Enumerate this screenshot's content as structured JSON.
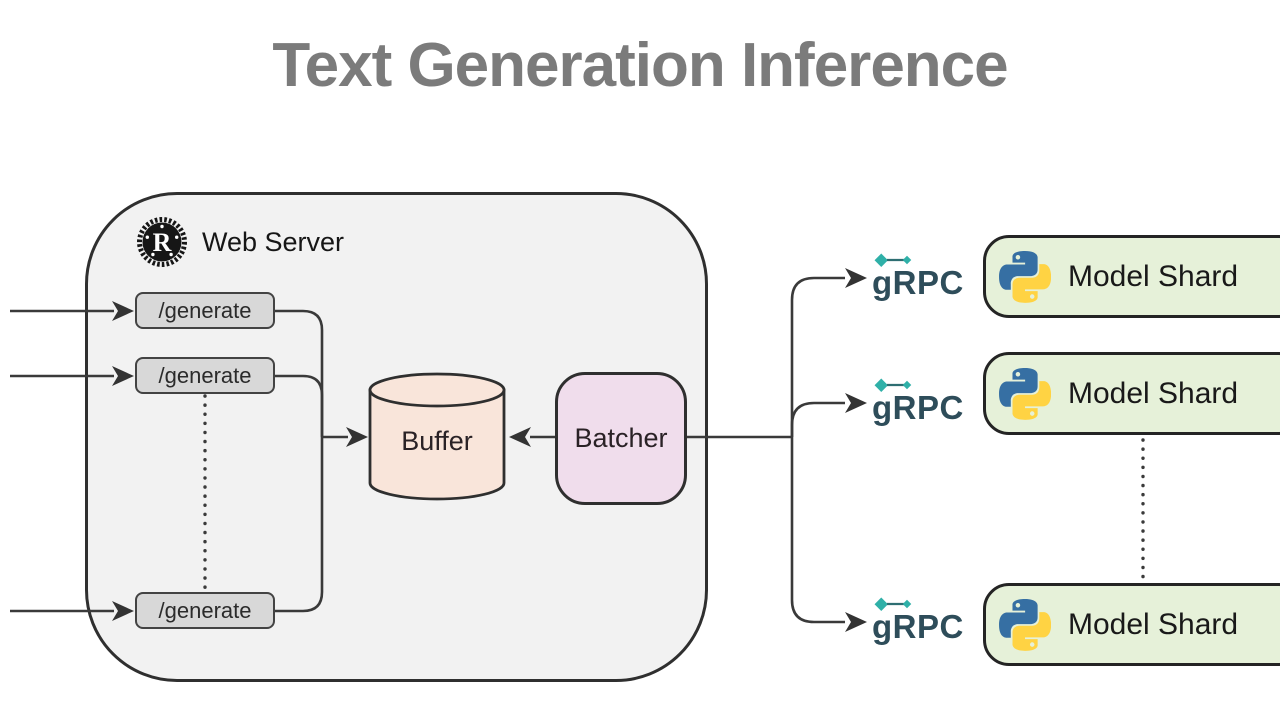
{
  "title": "Text Generation Inference",
  "web_server": {
    "label": "Web Server",
    "endpoints": [
      {
        "label": "/generate"
      },
      {
        "label": "/generate"
      },
      {
        "label": "/generate"
      }
    ],
    "buffer_label": "Buffer",
    "batcher_label": "Batcher"
  },
  "rpc": {
    "label": "gRPC"
  },
  "shards": [
    {
      "label": "Model Shard"
    },
    {
      "label": "Model Shard"
    },
    {
      "label": "Model Shard"
    }
  ],
  "colors": {
    "title": "#7b7b7b",
    "container_fill": "#f2f2f2",
    "endpoint_fill": "#d8d8d8",
    "buffer_fill": "#f9e5da",
    "batcher_fill": "#f0ddec",
    "shard_fill": "#e6f1d9",
    "line": "#3a3a3a",
    "grpc_teal": "#2fb0a8",
    "grpc_text": "#2e4d5a",
    "python_blue": "#366fa3",
    "python_yellow": "#ffd343",
    "rust_black": "#161616"
  },
  "icons": {
    "web_server": "rust-logo",
    "shard": "python-logo",
    "rpc": "grpc-nodes"
  }
}
